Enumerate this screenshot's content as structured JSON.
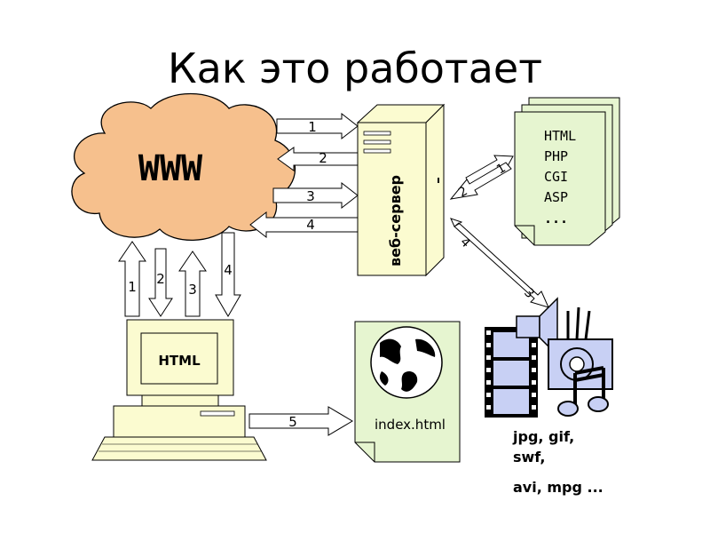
{
  "title": "Как это работает",
  "cloud_label": "WWW",
  "server_label": "веб-сервер",
  "doc_stack_lines": [
    "HTML",
    "PHP",
    "CGI",
    "ASP",
    "..."
  ],
  "computer_screen_label": "HTML",
  "index_page_label": "index.html",
  "media_caption_line1": "jpg, gif,",
  "media_caption_line2": "swf,",
  "media_caption_line3": "avi, mpg ...",
  "arrow_numbers": {
    "www_server_1": "1",
    "www_server_2": "2",
    "www_server_3": "3",
    "www_server_4": "4",
    "cloud_pc_1": "1",
    "cloud_pc_2": "2",
    "cloud_pc_3": "3",
    "cloud_pc_4": "4",
    "server_docs_1": "1",
    "server_docs_2": "2",
    "server_media_3": "3",
    "server_media_4": "4",
    "pc_index_5": "5"
  },
  "colors": {
    "cloud_fill": "#f6c08d",
    "box_fill": "#fbfbd0",
    "doc_fill": "#e6f5d0",
    "media_fill": "#c8d0f4"
  }
}
